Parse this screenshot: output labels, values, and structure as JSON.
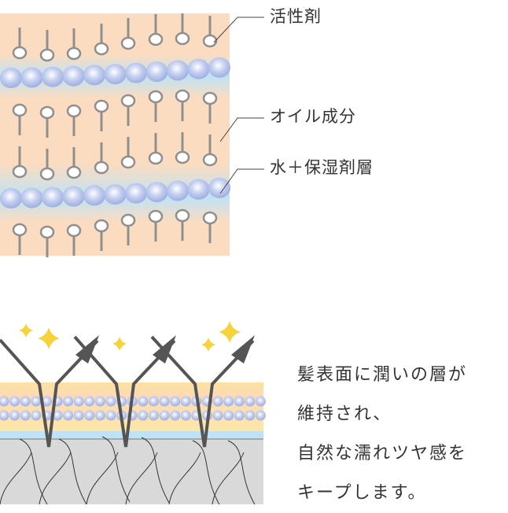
{
  "top_diagram": {
    "labels": {
      "surfactant": "活性剤",
      "oil": "オイル成分",
      "water": "水＋保湿剤層"
    }
  },
  "bottom_diagram": {
    "description_lines": [
      "髪表面に潤いの層が",
      "維持され、",
      "自然な濡れツヤ感を",
      "キープします。"
    ]
  },
  "colors": {
    "peach": "#fbdcc0",
    "blue": "#bfe3f5",
    "ball": "#a9b8e6",
    "stick": "#8f8f8f",
    "yellow_band": "#fde7a8",
    "hair_gray": "#d9d9d9",
    "arrow": "#555555",
    "sparkle": "#f7d23a"
  }
}
